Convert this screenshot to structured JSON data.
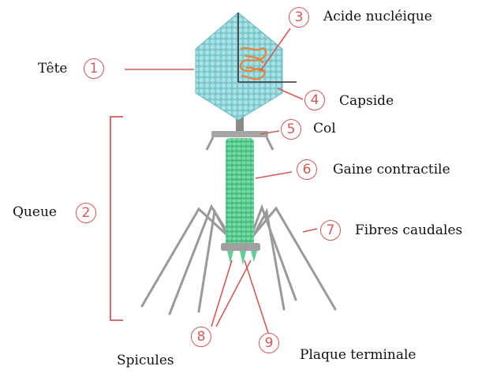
{
  "diagram": {
    "labels": {
      "tete": "Tête",
      "queue": "Queue",
      "acide": "Acide nucléique",
      "capside": "Capside",
      "col": "Col",
      "gaine": "Gaine contractile",
      "fibres": "Fibres caudales",
      "spicules": "Spicules",
      "plaque": "Plaque terminale"
    },
    "numbers": {
      "tete": "1",
      "queue": "2",
      "acide": "3",
      "capside": "4",
      "col": "5",
      "gaine": "6",
      "fibres": "7",
      "spicules": "8",
      "plaque": "9"
    },
    "colors": {
      "accent": "#d35a5a",
      "capsid": "#8fd3d8",
      "sheath": "#5fcf95",
      "fibers": "#9a9a9a",
      "nucleic": "#e8833a"
    }
  }
}
